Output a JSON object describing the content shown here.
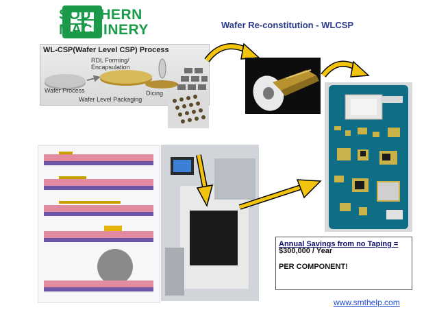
{
  "brand": {
    "line1": "SOUTHERN",
    "line2": "MACHINERY",
    "color": "#1b9a4a"
  },
  "slide": {
    "title": "Wafer Re-constitution - WLCSP"
  },
  "process_diagram": {
    "title": "WL-CSP(Wafer Level CSP) Process",
    "labels": {
      "rdl": "RDL Forming/",
      "encap": "Encapsulation",
      "wafer_process": "Wafer Process",
      "dicing": "Dicing",
      "wlp": "Wafer Level Packaging"
    }
  },
  "savings": {
    "line1": "Annual Savings from no Taping =",
    "line2": "$300,000 / Year",
    "line3": "PER COMPONENT!"
  },
  "footer": {
    "url": "www.smthelp.com"
  },
  "colors": {
    "title": "#2b3a8c",
    "arrow_yellow": "#f2c40f",
    "link": "#1d4fd6"
  }
}
